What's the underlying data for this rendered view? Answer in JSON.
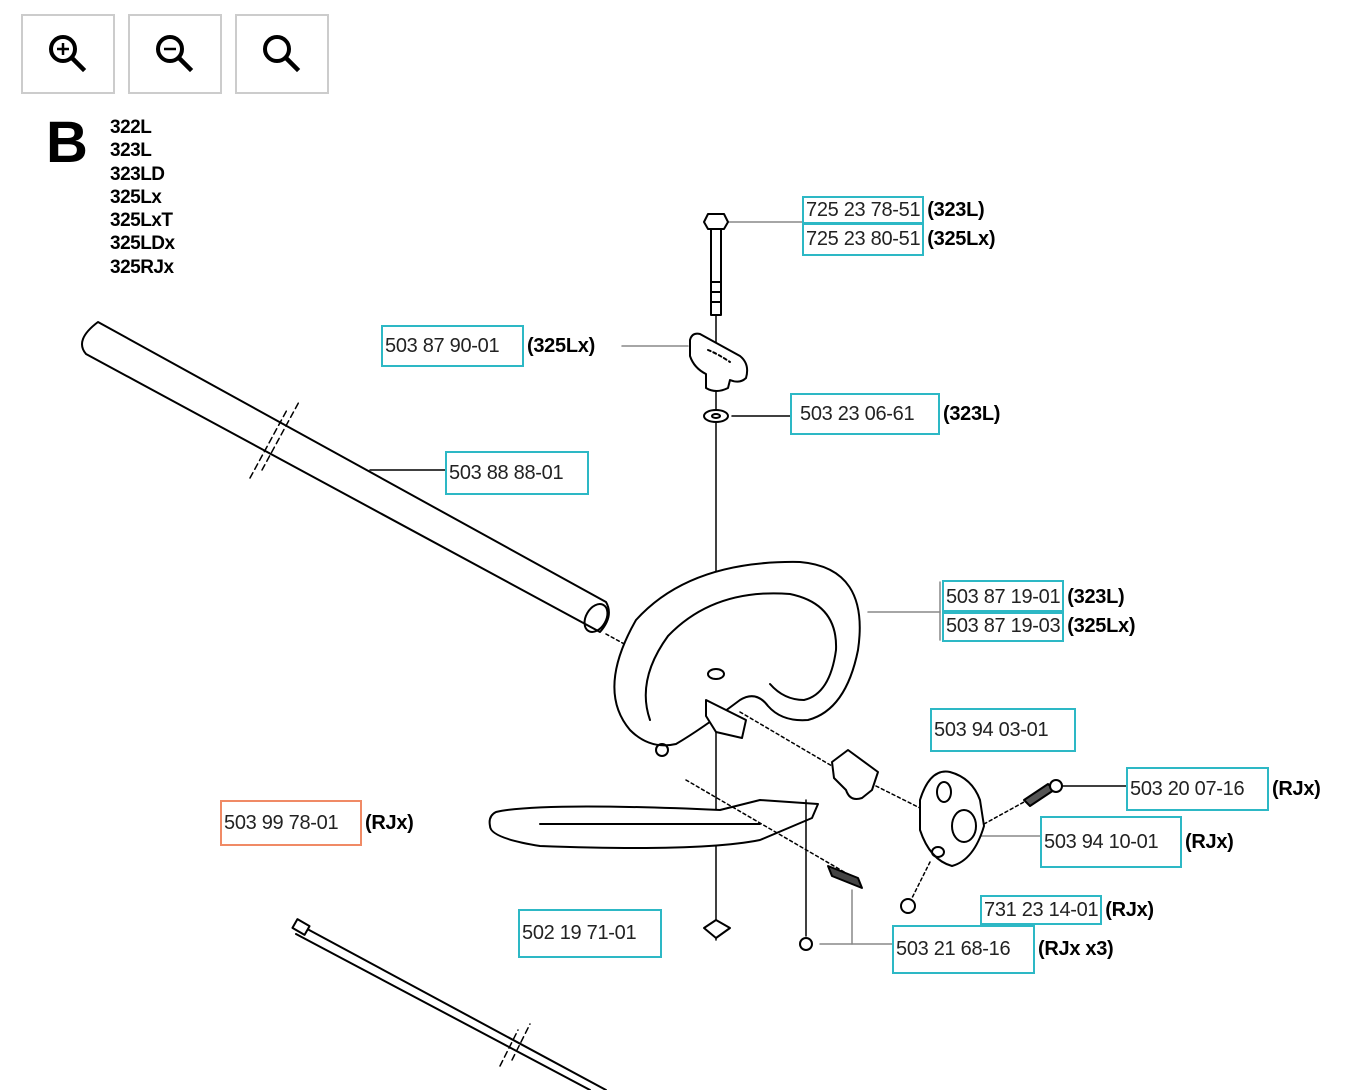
{
  "toolbar": {
    "zoom_in": {
      "icon": "zoom-in-icon",
      "label": "Zoom in"
    },
    "zoom_out": {
      "icon": "zoom-out-icon",
      "label": "Zoom out"
    },
    "reset": {
      "icon": "search-icon",
      "label": "Reset zoom"
    }
  },
  "section": {
    "letter": "B",
    "models": [
      "322L",
      "323L",
      "323LD",
      "325Lx",
      "325LxT",
      "325LDx",
      "325RJx"
    ]
  },
  "colors": {
    "part_border": "#2db8c5",
    "part_border_highlight": "#f08a65",
    "button_border": "#cccccc"
  },
  "parts": [
    {
      "number": "725 23 78-51",
      "note": "(323L)",
      "highlight": false
    },
    {
      "number": "725 23 80-51",
      "note": "(325Lx)",
      "highlight": false
    },
    {
      "number": "503 87 90-01",
      "note": "(325Lx)",
      "highlight": false
    },
    {
      "number": "503 23 06-61",
      "note": "(323L)",
      "highlight": false
    },
    {
      "number": "503 88 88-01",
      "note": "",
      "highlight": false
    },
    {
      "number": "503 87 19-01",
      "note": "(323L)",
      "highlight": false
    },
    {
      "number": "503 87 19-03",
      "note": "(325Lx)",
      "highlight": false
    },
    {
      "number": "503 94 03-01",
      "note": "",
      "highlight": false
    },
    {
      "number": "503 20 07-16",
      "note": "(RJx)",
      "highlight": false
    },
    {
      "number": "503 94 10-01",
      "note": "(RJx)",
      "highlight": false
    },
    {
      "number": "503 99 78-01",
      "note": "(RJx)",
      "highlight": true
    },
    {
      "number": "731 23 14-01",
      "note": "(RJx)",
      "highlight": false
    },
    {
      "number": "502 19 71-01",
      "note": "",
      "highlight": false
    },
    {
      "number": "503 21 68-16",
      "note": "(RJx x3)",
      "highlight": false
    }
  ]
}
